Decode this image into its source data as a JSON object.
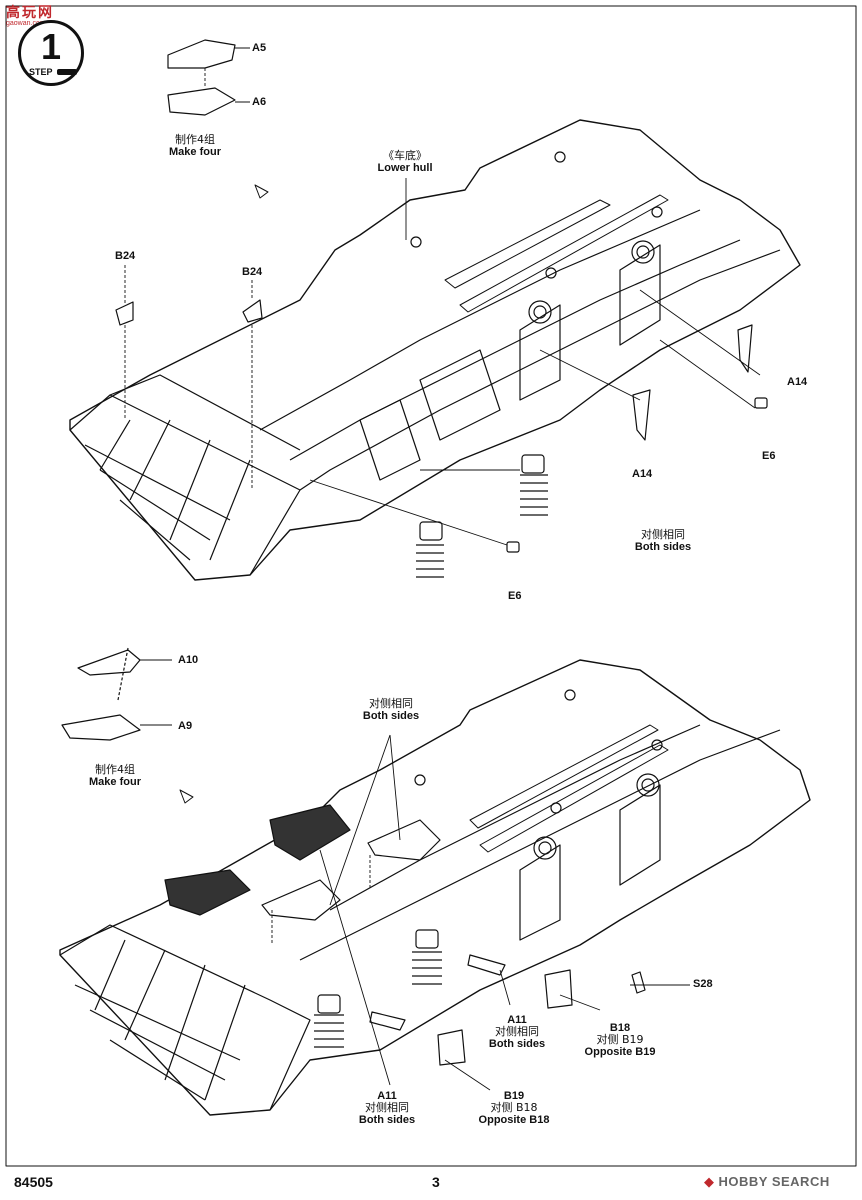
{
  "watermark": {
    "site_cn": "高玩网",
    "site_url": "gaowan.com"
  },
  "step": {
    "number": "1",
    "word": "STEP"
  },
  "part_labels": {
    "a5": "A5",
    "a6": "A6",
    "b24_left": "B24",
    "b24_right": "B24",
    "a14_right": "A14",
    "a14_center": "A14",
    "e6_right": "E6",
    "e6_center": "E6",
    "a10": "A10",
    "a9": "A9",
    "s28": "S28",
    "a11_right": "A11",
    "a11_left": "A11",
    "b18": "B18",
    "b19": "B19"
  },
  "notes": {
    "make_four_top": {
      "cn": "制作4组",
      "en": "Make four"
    },
    "lower_hull": {
      "cn": "《车底》",
      "en": "Lower hull"
    },
    "both_sides_top": {
      "cn": "对侧相同",
      "en": "Both sides"
    },
    "make_four_bottom": {
      "cn": "制作4组",
      "en": "Make four"
    },
    "both_sides_mid": {
      "cn": "对侧相同",
      "en": "Both sides"
    },
    "a11_right_note": {
      "cn": "对侧相同",
      "en": "Both sides"
    },
    "a11_left_note": {
      "cn": "对侧相同",
      "en": "Both sides"
    },
    "b18_note": {
      "cn": "对侧 B19",
      "en": "Opposite B19"
    },
    "b19_note": {
      "cn": "对侧 B18",
      "en": "Opposite B18"
    }
  },
  "footer": {
    "kit_number": "84505",
    "page_number": "3",
    "source": "HOBBY SEARCH"
  },
  "colors": {
    "line": "#111111",
    "watermark": "#c0282d"
  }
}
